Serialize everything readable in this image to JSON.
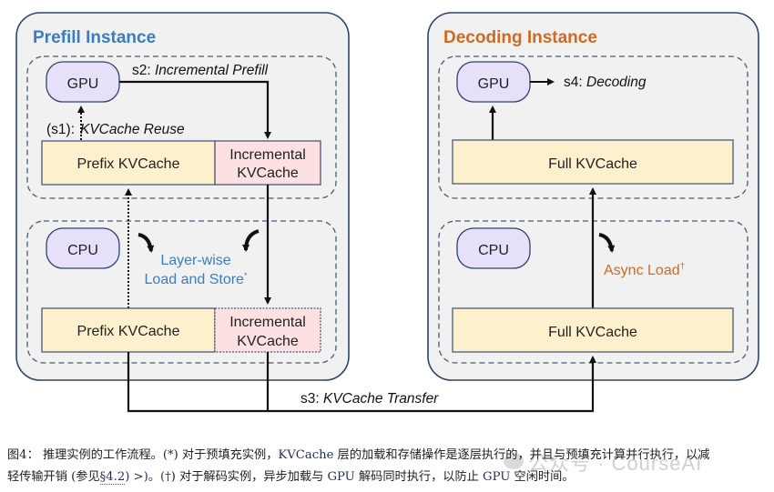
{
  "figure": {
    "prefill_instance": {
      "title": "Prefill Instance",
      "title_color": "#3a7dc4",
      "gpu_label": "GPU",
      "cpu_label": "CPU",
      "s1_label_prefix": "(s1):",
      "s1_label_text": "KVCache Reuse",
      "s2_label_prefix": "s2:",
      "s2_label_text": "Incremental Prefill",
      "gpu_prefix_kvcache": "Prefix KVCache",
      "gpu_incremental_kvcache_line1": "Incremental",
      "gpu_incremental_kvcache_line2": "KVCache",
      "layerwise_line1": "Layer-wise",
      "layerwise_line2": "Load and Store",
      "layerwise_mark": "*",
      "cpu_prefix_kvcache": "Prefix KVCache",
      "cpu_incremental_kvcache_line1": "Incremental",
      "cpu_incremental_kvcache_line2": "KVCache"
    },
    "decoding_instance": {
      "title": "Decoding Instance",
      "title_color": "#d06a22",
      "gpu_label": "GPU",
      "cpu_label": "CPU",
      "s4_label_prefix": "s4:",
      "s4_label_text": "Decoding",
      "gpu_full_kvcache": "Full KVCache",
      "async_load": "Async Load",
      "async_mark": "†",
      "cpu_full_kvcache": "Full KVCache"
    },
    "s3_label_prefix": "s3:",
    "s3_label_text": "KVCache Transfer",
    "colors": {
      "instance_bg": "#f1f1f1",
      "instance_border": "#2e4469",
      "processor_fill": "#e6e0fb",
      "prefix_fill": "#fdf1cd",
      "incremental_fill": "#fde0e2",
      "async_color": "#d06a22",
      "layerwise_color": "#3a7dc4"
    }
  },
  "caption": {
    "line1_a": "图4：  推理实例的工作流程。(",
    "line1_star": "*",
    "line1_b": ") 对于预填充实例，",
    "line1_kv": "KVCache",
    "line1_c": " 层的加载和存储操作是逐层执行的，并且与预填充计算并行执行，以减",
    "line2_a": "轻传输开销 (参见",
    "line2_ref": "§4.2",
    "line2_b": ") >)。(",
    "line2_dagger": "†",
    "line2_c": ") 对于解码实例，异步加载与 ",
    "line2_gpu1": "GPU",
    "line2_d": " 解码同时执行，以防止 ",
    "line2_gpu2": "GPU",
    "line2_e": " 空闲时间。"
  },
  "watermark": "公众号 · CourseAI"
}
